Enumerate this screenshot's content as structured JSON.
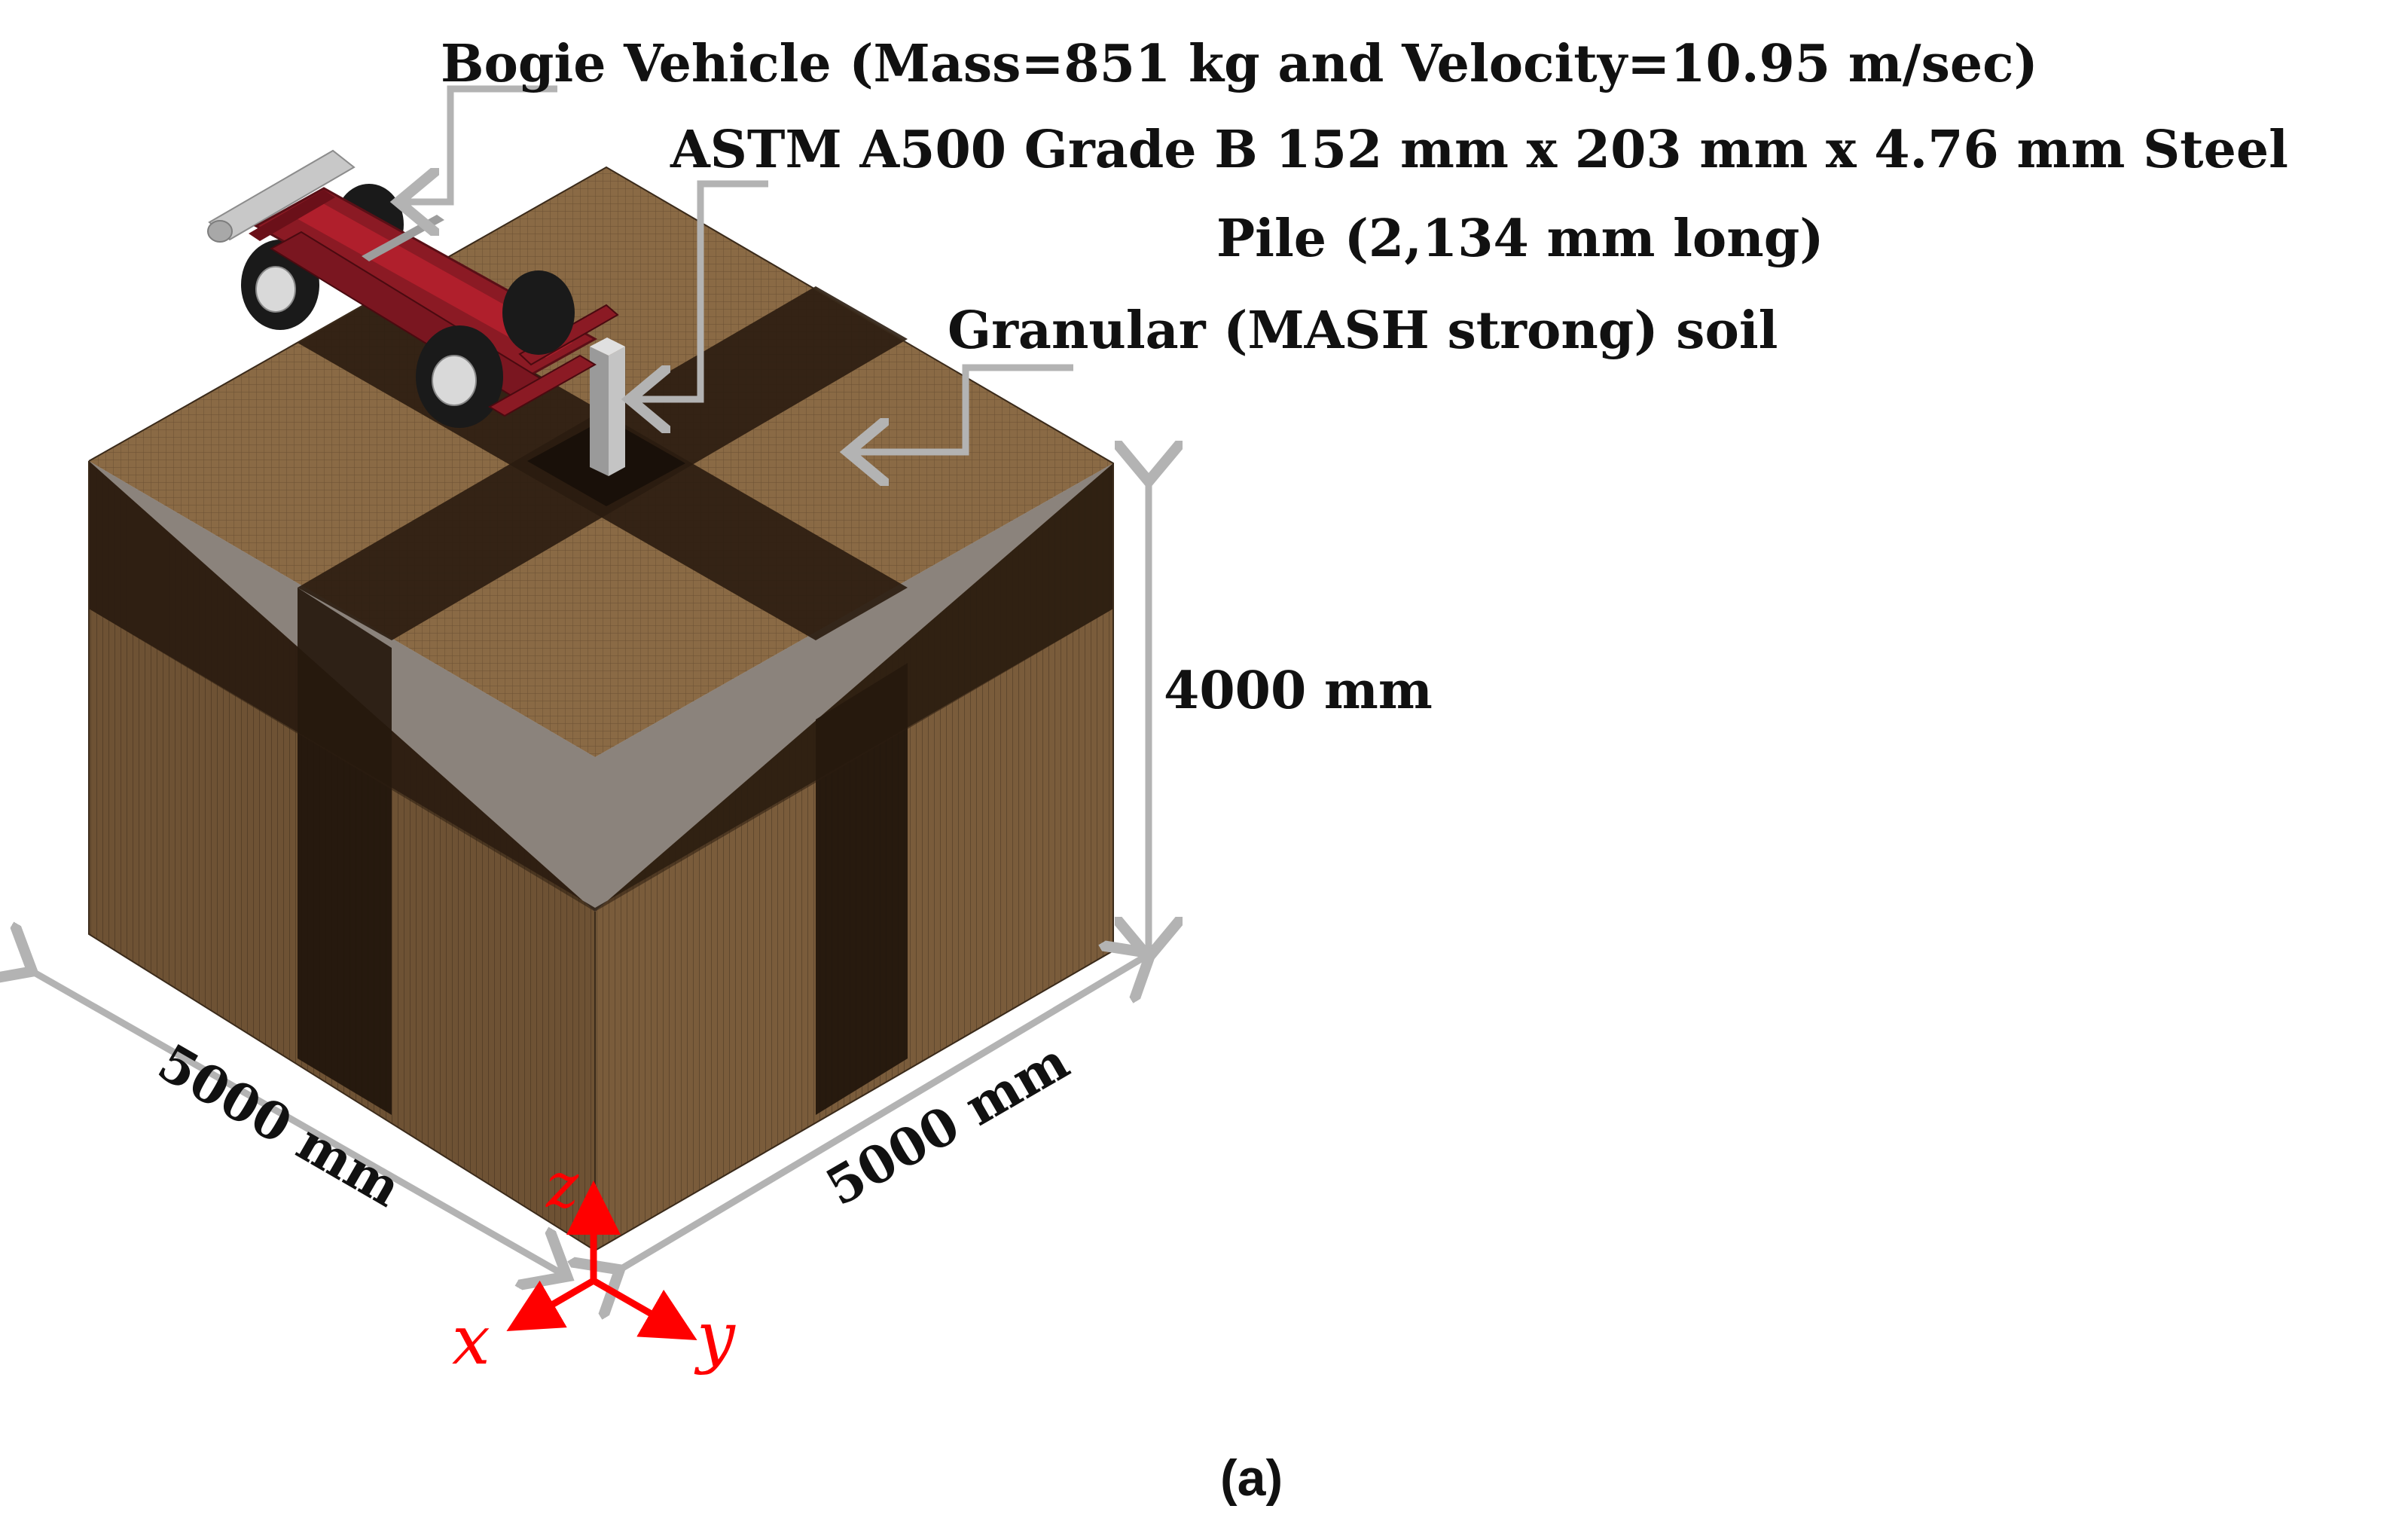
{
  "labels": {
    "bogie": "Bogie Vehicle (Mass=851 kg and Velocity=10.95 m/sec)",
    "pile_line1": "ASTM A500 Grade B 152 mm x 203 mm x 4.76 mm Steel",
    "pile_line2": "Pile (2,134 mm long)",
    "soil": "Granular (MASH strong) soil"
  },
  "dimensions": {
    "height": "4000 mm",
    "length_x": "5000 mm",
    "length_y": "5000 mm"
  },
  "axes": {
    "x": "x",
    "y": "y",
    "z": "z"
  },
  "caption": "(a)",
  "colors": {
    "soil_light": "#8a6a45",
    "soil_dark": "#2a1c10",
    "soil_side_left": "#6e5234",
    "soil_side_right": "#7a5c3b",
    "vehicle_frame": "#8b1a24",
    "pile": "#a9a9a9",
    "dimension_line": "#b3b3b3",
    "axis": "#ff0000"
  }
}
